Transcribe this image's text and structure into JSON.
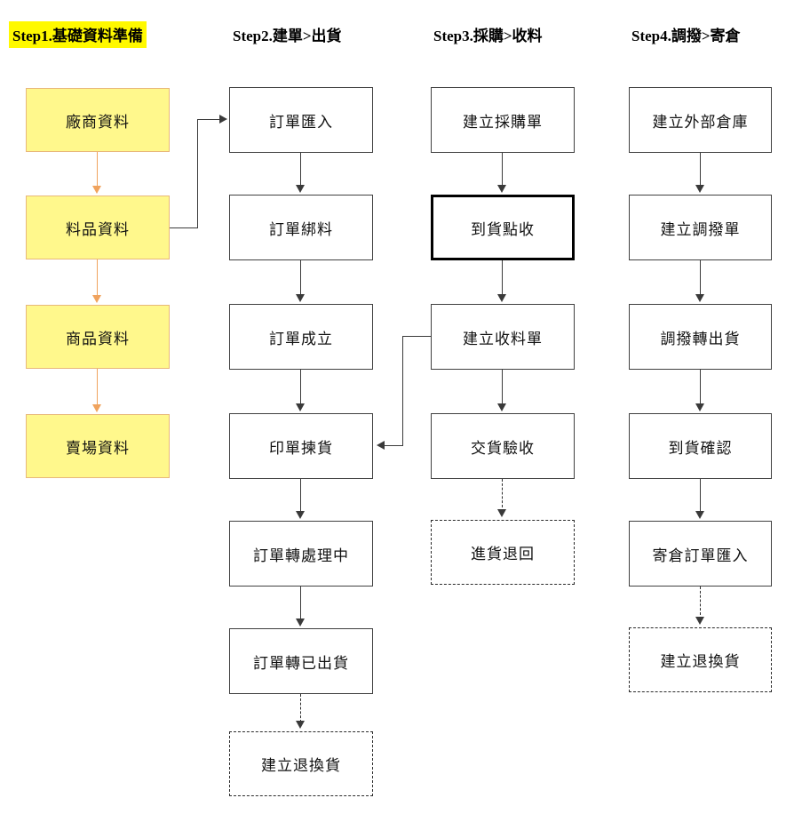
{
  "diagram": {
    "type": "flowchart",
    "columns": [
      {
        "id": "step1",
        "title": "Step1.基礎資料準備",
        "highlighted": true,
        "nodes": [
          {
            "label": "廠商資料",
            "style": "yellow"
          },
          {
            "label": "料品資料",
            "style": "yellow"
          },
          {
            "label": "商品資料",
            "style": "yellow"
          },
          {
            "label": "賣場資料",
            "style": "yellow"
          }
        ]
      },
      {
        "id": "step2",
        "title": "Step2.建單>出貨",
        "highlighted": false,
        "nodes": [
          {
            "label": "訂單匯入",
            "style": "solid"
          },
          {
            "label": "訂單綁料",
            "style": "solid"
          },
          {
            "label": "訂單成立",
            "style": "solid"
          },
          {
            "label": "印單揀貨",
            "style": "solid"
          },
          {
            "label": "訂單轉處理中",
            "style": "solid"
          },
          {
            "label": "訂單轉已出貨",
            "style": "solid"
          },
          {
            "label": "建立退換貨",
            "style": "dashed"
          }
        ]
      },
      {
        "id": "step3",
        "title": "Step3.採購>收料",
        "highlighted": false,
        "nodes": [
          {
            "label": "建立採購單",
            "style": "solid"
          },
          {
            "label": "到貨點收",
            "style": "bold"
          },
          {
            "label": "建立收料單",
            "style": "solid"
          },
          {
            "label": "交貨驗收",
            "style": "solid"
          },
          {
            "label": "進貨退回",
            "style": "dashed"
          }
        ]
      },
      {
        "id": "step4",
        "title": "Step4.調撥>寄倉",
        "highlighted": false,
        "nodes": [
          {
            "label": "建立外部倉庫",
            "style": "solid"
          },
          {
            "label": "建立調撥單",
            "style": "solid"
          },
          {
            "label": "調撥轉出貨",
            "style": "solid"
          },
          {
            "label": "到貨確認",
            "style": "solid"
          },
          {
            "label": "寄倉訂單匯入",
            "style": "solid"
          },
          {
            "label": "建立退換貨",
            "style": "dashed"
          }
        ]
      }
    ],
    "cross_links": [
      {
        "from": "料品資料",
        "to": "訂單匯入",
        "style": "solid"
      },
      {
        "from": "建立收料單",
        "to": "印單揀貨",
        "style": "solid"
      }
    ],
    "colors": {
      "node_fill_yellow": "#FFF88C",
      "node_border_yellow": "#E8B87A",
      "arrow_orange": "#F0A35E",
      "arrow_black": "#3A3A3A",
      "title_highlight": "#FFF900",
      "background": "#FFFFFF"
    }
  }
}
